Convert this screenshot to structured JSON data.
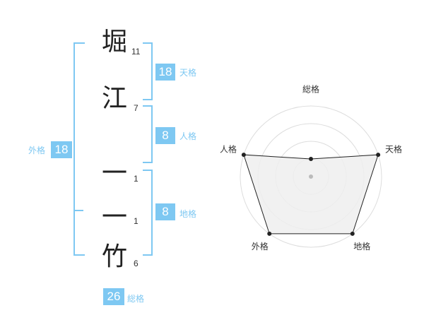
{
  "name_chars": [
    {
      "char": "堀",
      "strokes": "11"
    },
    {
      "char": "江",
      "strokes": "7"
    },
    {
      "char": "一",
      "strokes": "1"
    },
    {
      "char": "一",
      "strokes": "1"
    },
    {
      "char": "竹",
      "strokes": "6"
    }
  ],
  "fortunes": {
    "tenkaku": {
      "value": "18",
      "label": "天格"
    },
    "jinkaku": {
      "value": "8",
      "label": "人格"
    },
    "chikaku": {
      "value": "8",
      "label": "地格"
    },
    "gaikaku": {
      "value": "18",
      "label": "外格"
    },
    "soukaku": {
      "value": "26",
      "label": "総格"
    }
  },
  "colors": {
    "accent": "#7ec8f2",
    "radar_fill": "#eeeeee",
    "ring": "#dddddd"
  },
  "chart_data": {
    "type": "radar",
    "categories": [
      "総格",
      "天格",
      "地格",
      "外格",
      "人格"
    ],
    "values": [
      1,
      4,
      4,
      4,
      4
    ],
    "rlim": [
      0,
      4
    ],
    "rings": 4,
    "grid": true
  }
}
